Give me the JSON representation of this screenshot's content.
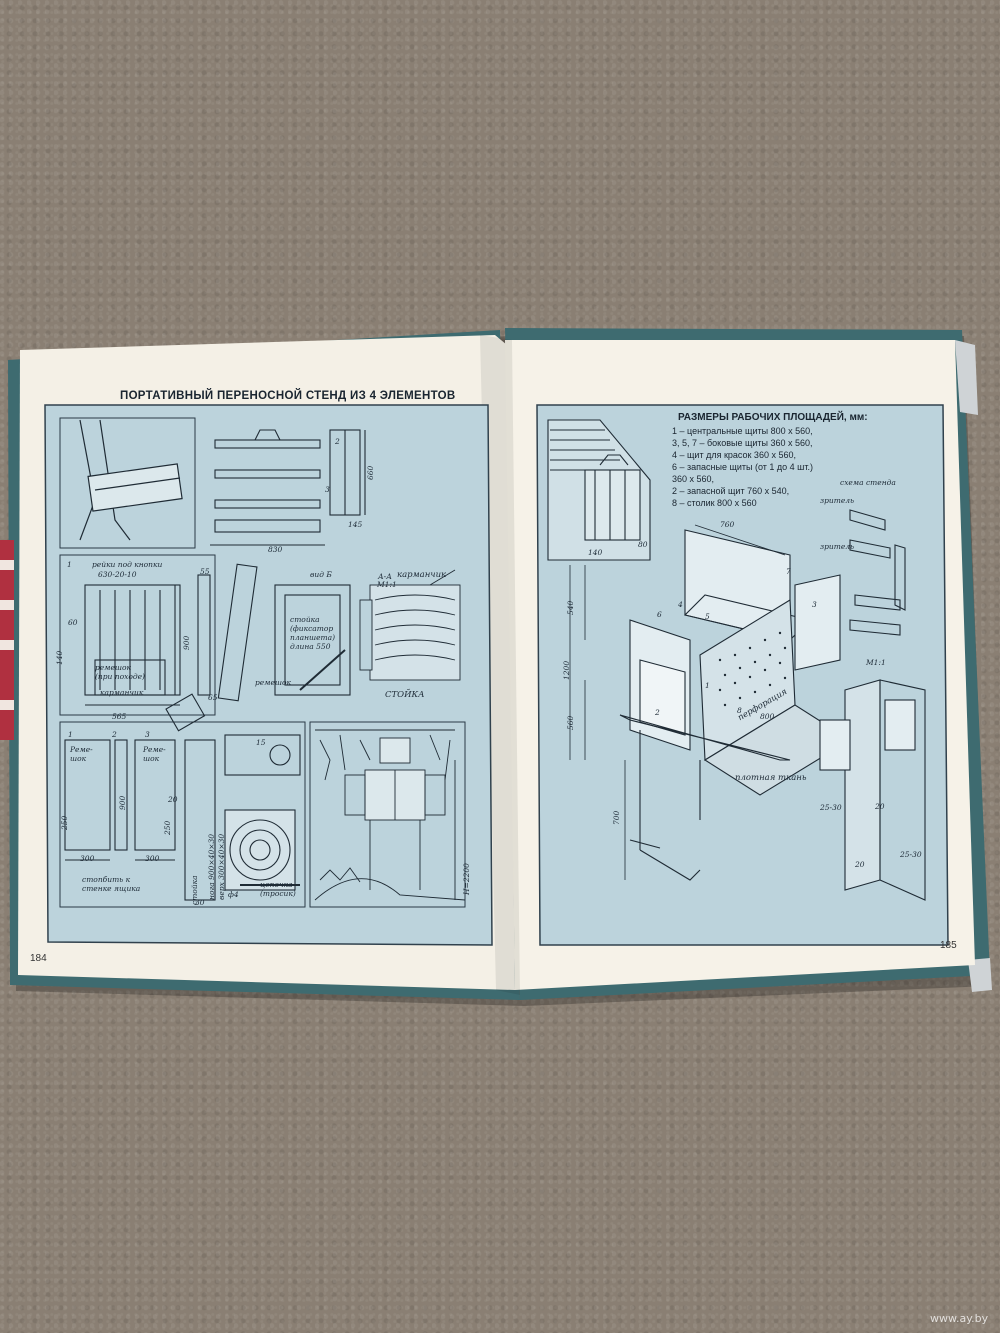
{
  "left_page": {
    "title": "ПОРТАТИВНЫЙ ПЕРЕНОСНОЙ СТЕНД ИЗ 4 ЭЛЕМЕНТОВ",
    "page_number": "184",
    "labels": {
      "reiki": "рейки под кнопки",
      "reiki_dim": "630-20-10",
      "remeshok_pohod": "ремешок\n(при походе)",
      "karmanchik": "карманчик",
      "karmanchik_top": "карманчик",
      "stoyka_fiks": "стойка\n(фиксатор\nпланшета)\nдлина 550",
      "remeshok": "ремешок",
      "stoyka": "СТОЙКА",
      "vid_b": "вид Б",
      "section_aa": "А-А",
      "scale_m11": "М1:1",
      "stoyka_v": "стойка",
      "nog": "нога 900×40×30",
      "verh": "верх 300×40×30",
      "cepochka": "цепочка\n(тросик)",
      "stopbit": "стопбить к\nстенке ящика",
      "remeshok_a": "Реме-\nшок",
      "remeshok_b": "Реме-\nшок",
      "h2200": "Н=2200"
    },
    "dims": [
      "660",
      "145",
      "830",
      "55",
      "900",
      "140",
      "60",
      "565",
      "65",
      "300",
      "300",
      "20",
      "250",
      "250",
      "30",
      "ф4",
      "900",
      "15"
    ],
    "circled_numbers": [
      "1",
      "2",
      "3",
      "1",
      "2",
      "3"
    ]
  },
  "right_page": {
    "page_number": "185",
    "sizes_title": "РАЗМЕРЫ РАБОЧИХ ПЛОЩАДЕЙ, мм:",
    "sizes_lines": [
      "1 – центральные щиты 800 х 560,",
      "3, 5, 7 – боковые щиты 360 х 560,",
      "4 – щит для красок 360 х 560,",
      "6 – запасные щиты (от 1 до 4 шт.)",
      "   360 х 560,",
      "2 – запасной щит 760 х 540,",
      "8 – столик 800 х 560"
    ],
    "labels": {
      "perforaciya": "перфорация",
      "plotnaya_tkan": "плотная ткань",
      "zritel_top": "зритель",
      "zritel_bot": "зритель",
      "schema": "схема стенда",
      "scale_m11": "М1:1"
    },
    "dims": [
      "760",
      "540",
      "1200",
      "560",
      "700",
      "800",
      "140",
      "80",
      "25-30",
      "20",
      "20",
      "25-30"
    ],
    "circled_numbers": [
      "1",
      "2",
      "3",
      "4",
      "5",
      "6",
      "7",
      "8"
    ]
  },
  "watermark": "www.ay.by"
}
